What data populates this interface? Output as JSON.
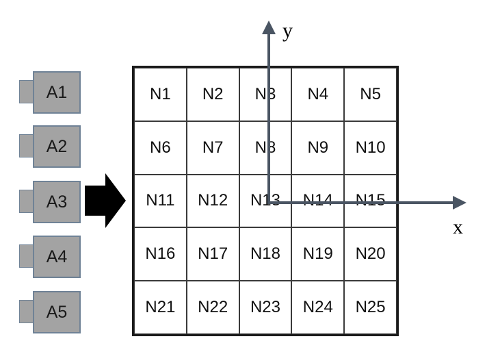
{
  "antennas": [
    "A1",
    "A2",
    "A3",
    "A4",
    "A5"
  ],
  "grid": {
    "rows": [
      [
        "N1",
        "N2",
        "N3",
        "N4",
        "N5"
      ],
      [
        "N6",
        "N7",
        "N8",
        "N9",
        "N10"
      ],
      [
        "N11",
        "N12",
        "N13",
        "N14",
        "N15"
      ],
      [
        "N16",
        "N17",
        "N18",
        "N19",
        "N20"
      ],
      [
        "N21",
        "N22",
        "N23",
        "N24",
        "N25"
      ]
    ]
  },
  "axes": {
    "x_label": "x",
    "y_label": "y",
    "color": "#4a5563"
  },
  "colors": {
    "antenna_fill": "#a3a3a3",
    "antenna_border": "#6f8296",
    "arrow": "#000000"
  }
}
